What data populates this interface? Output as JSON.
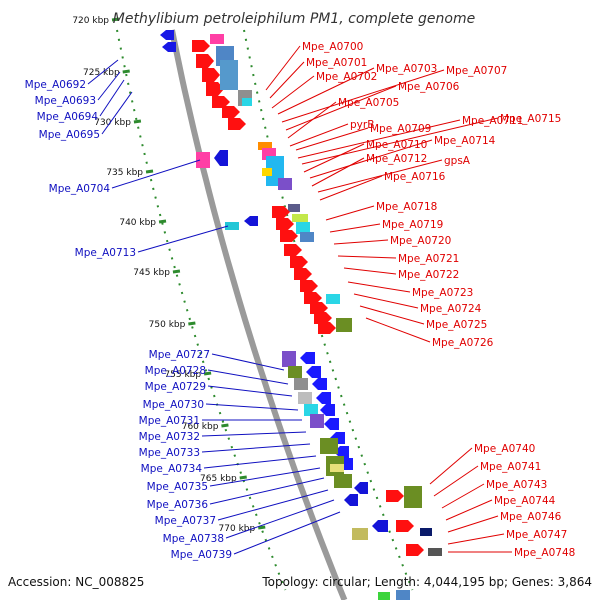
{
  "title": "Methylibium petroleiphilum PM1, complete genome",
  "footer": {
    "accession": "Accession: NC_008825",
    "summary": "Topology: circular; Length: 4,044,195 bp; Genes: 3,864"
  },
  "colors": {
    "backbone": "#9a9a9a",
    "forward_label": "#e00000",
    "reverse_label": "#1010c0",
    "tick": "#2e8b2e"
  },
  "ticks": [
    "720 kbp",
    "725 kbp",
    "730 kbp",
    "735 kbp",
    "740 kbp",
    "745 kbp",
    "750 kbp",
    "755 kbp",
    "760 kbp",
    "765 kbp",
    "770 kbp"
  ],
  "labels_left": [
    "Mpe_A0692",
    "Mpe_A0693",
    "Mpe_A0694",
    "Mpe_A0695",
    "Mpe_A0704",
    "Mpe_A0713",
    "Mpe_A0727",
    "Mpe_A0728",
    "Mpe_A0729",
    "Mpe_A0730",
    "Mpe_A0731",
    "Mpe_A0732",
    "Mpe_A0733",
    "Mpe_A0734",
    "Mpe_A0735",
    "Mpe_A0736",
    "Mpe_A0737",
    "Mpe_A0738",
    "Mpe_A0739"
  ],
  "labels_right": [
    "Mpe_A0700",
    "Mpe_A0701",
    "Mpe_A0702",
    "Mpe_A0703",
    "Mpe_A0707",
    "Mpe_A0706",
    "Mpe_A0705",
    "pyrB",
    "Mpe_A0709",
    "Mpe_A0711",
    "Mpe_A0715",
    "Mpe_A0710",
    "Mpe_A0714",
    "Mpe_A0712",
    "gpsA",
    "Mpe_A0716",
    "Mpe_A0718",
    "Mpe_A0719",
    "Mpe_A0720",
    "Mpe_A0721",
    "Mpe_A0722",
    "Mpe_A0723",
    "Mpe_A0724",
    "Mpe_A0725",
    "Mpe_A0726",
    "Mpe_A0740",
    "Mpe_A0741",
    "Mpe_A0743",
    "Mpe_A0744",
    "Mpe_A0746",
    "Mpe_A0747",
    "Mpe_A0748"
  ]
}
